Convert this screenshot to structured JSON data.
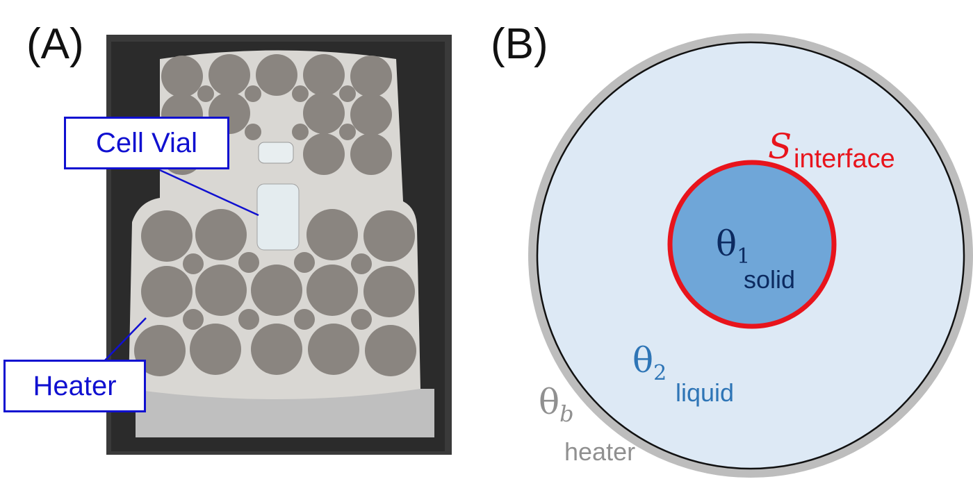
{
  "panel_a": {
    "label": "(A)",
    "callouts": {
      "cell_vial": "Cell Vial",
      "heater": "Heater"
    }
  },
  "panel_b": {
    "label": "(B)",
    "theta1": "θ",
    "theta1_sub": "1",
    "solid": "solid",
    "theta2": "θ",
    "theta2_sub": "2",
    "liquid": "liquid",
    "thetab": "θ",
    "thetab_sub": "b",
    "heater": "heater",
    "s": "S",
    "interface": "interface"
  },
  "colors": {
    "callout": "#1010d0",
    "interface": "#e8141c",
    "solid": "#6fa6d8",
    "liquid": "#dde9f5",
    "heater_ring": "#bdbdbd"
  }
}
